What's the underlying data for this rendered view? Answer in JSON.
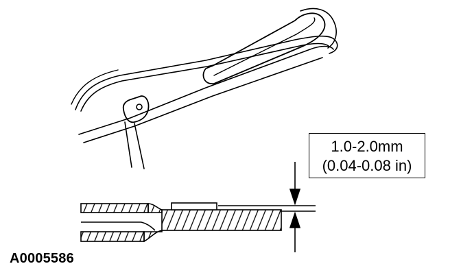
{
  "dimension": {
    "metric": "1.0-2.0mm",
    "imperial": "(0.04-0.08 in)"
  },
  "figure": {
    "id": "A0005586"
  }
}
